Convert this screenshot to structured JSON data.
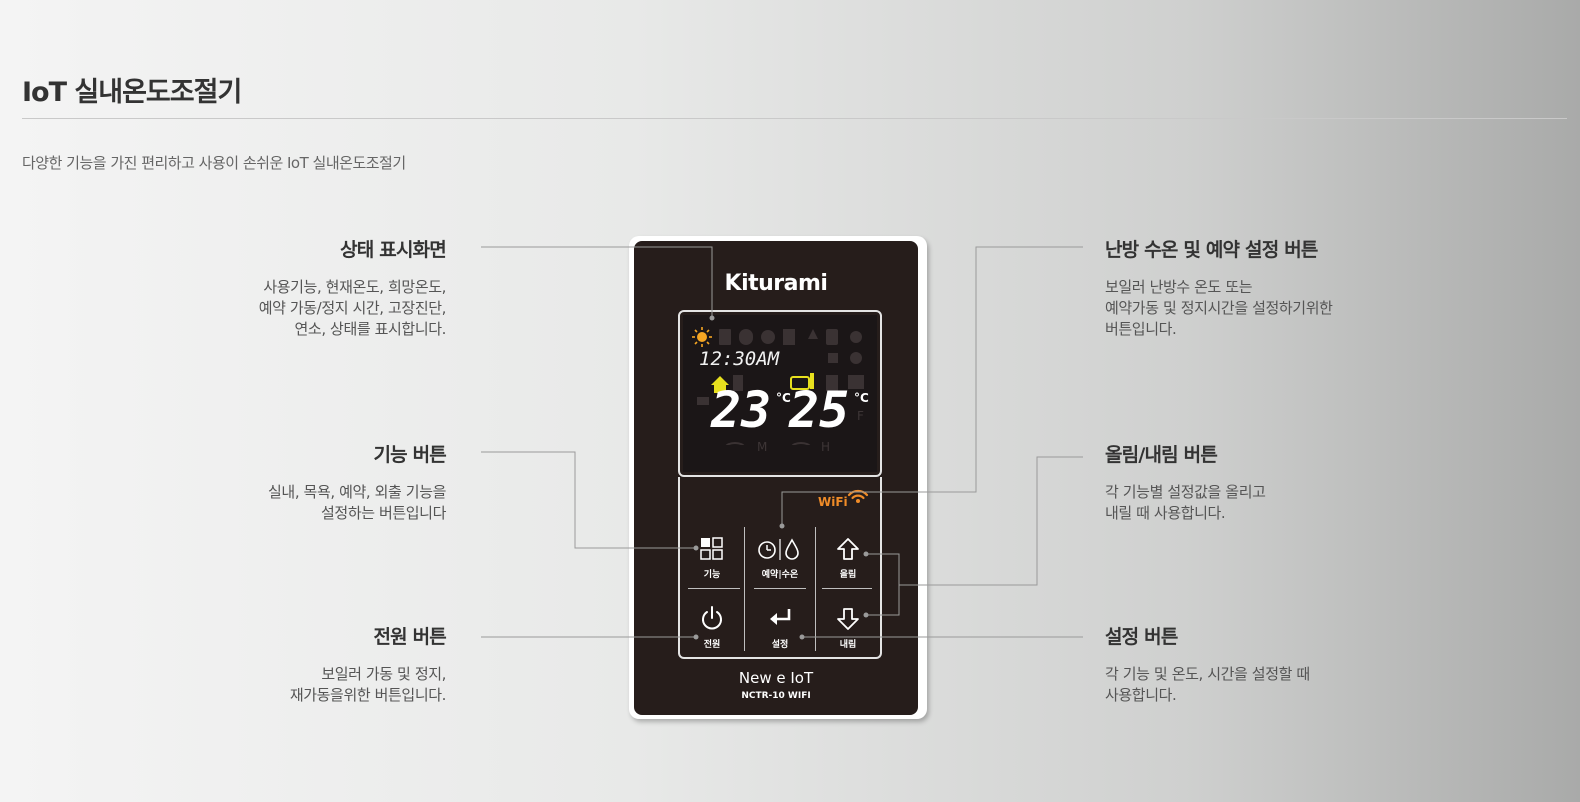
{
  "page": {
    "title": "IoT 실내온도조절기",
    "subtitle": "다양한 기능을 가진 편리하고 사용이 손쉬운 IoT 실내온도조절기"
  },
  "callouts": {
    "status": {
      "title": "상태 표시화면",
      "desc": [
        "사용기능, 현재온도, 희망온도,",
        "예약 가동/정지 시간, 고장진단,",
        "연소, 상태를 표시합니다."
      ]
    },
    "function": {
      "title": "기능 버튼",
      "desc": [
        "실내, 목욕, 예약, 외출 기능을",
        "설정하는 버튼입니다"
      ]
    },
    "power": {
      "title": "전원 버튼",
      "desc": [
        "보일러 가동 및 정지,",
        "재가동을위한 버튼입니다."
      ]
    },
    "heating": {
      "title": "난방 수온 및 예약 설정 버튼",
      "desc": [
        "보일러 난방수 온도 또는",
        "예약가동 및 정지시간을 설정하기위한",
        "버튼입니다."
      ]
    },
    "updown": {
      "title": "올림/내림 버튼",
      "desc": [
        "각 기능별 설정값을 올리고",
        "내릴 때 사용합니다."
      ]
    },
    "set": {
      "title": "설정 버튼",
      "desc": [
        "각 기능 및 온도, 시간을 설정할 때",
        "사용합니다."
      ]
    }
  },
  "device": {
    "brand": "Kiturami",
    "lcd": {
      "clock": "12:30AM",
      "current_temp": "23",
      "set_temp": "25",
      "unit": "°C",
      "ghost_f": "F",
      "ghost_m": "M",
      "ghost_h": "H"
    },
    "wifi_label": "WiFi",
    "keys": {
      "function": "기능",
      "reserve_water": "예약|수온",
      "up": "올림",
      "power": "전원",
      "set": "설정",
      "down": "내림"
    },
    "model_name": "New e IoT",
    "model_code": "NCTR-10 WIFI"
  },
  "colors": {
    "device_body": "#261d1b",
    "wifi_orange": "#f08c28",
    "lcd_yellow": "#e8e01e",
    "sun_orange": "#f5a623"
  }
}
